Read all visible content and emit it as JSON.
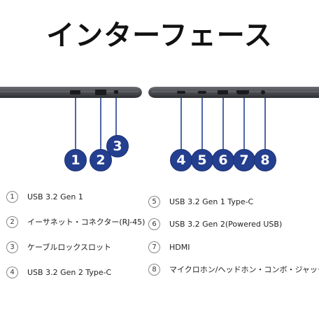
{
  "title": "インターフェース",
  "callout_color": "#243f8f",
  "ports": [
    {
      "num": "1",
      "label": "USB 3.2 Gen 1"
    },
    {
      "num": "2",
      "label": "イーサネット・コネクター(RJ-45)"
    },
    {
      "num": "3",
      "label": "ケーブルロックスロット"
    },
    {
      "num": "4",
      "label": "USB 3.2 Gen 2 Type-C"
    },
    {
      "num": "5",
      "label": "USB 3.2 Gen 1 Type-C"
    },
    {
      "num": "6",
      "label": "USB 3.2 Gen 2(Powered USB)"
    },
    {
      "num": "7",
      "label": "HDMI"
    },
    {
      "num": "8",
      "label": "マイクロホン/ヘッドホン・コンボ・ジャック"
    }
  ]
}
